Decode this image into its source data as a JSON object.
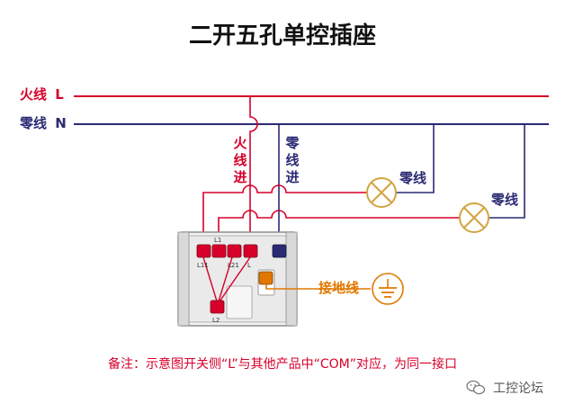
{
  "title": "二开五孔单控插座",
  "wires": {
    "live_label": "火线",
    "live_letter": "L",
    "neutral_label": "零线",
    "neutral_letter": "N",
    "live_in_vertical": "火线进",
    "neutral_in_vertical": "零线进",
    "lamp1_neutral_label": "零线",
    "lamp2_neutral_label": "零线"
  },
  "terminals": {
    "l11": "L11",
    "l1": "L1",
    "l21": "L21",
    "l": "L",
    "l2": "L2"
  },
  "earth_label": "接地线",
  "note": "备注：示意图开关侧“L”与其他产品中“COM”对应，为同一接口",
  "watermark": "工控论坛",
  "colors": {
    "live": "#d6002a",
    "neutral": "#2a2a74",
    "earth": "#e07800",
    "lamp": "#d4a341"
  }
}
